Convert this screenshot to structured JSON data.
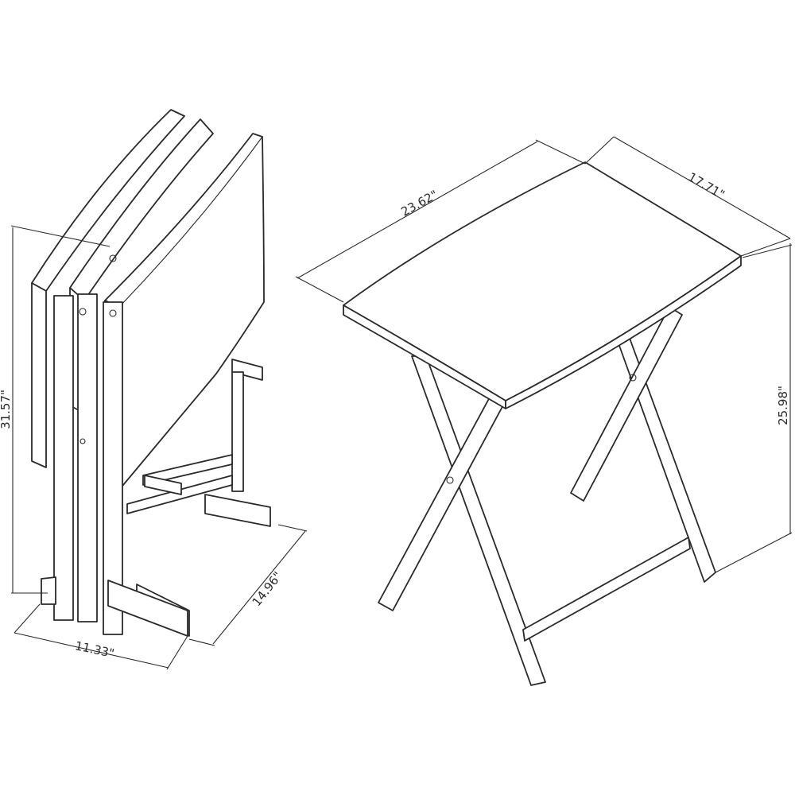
{
  "folded_set": {
    "height_label": "31.57\"",
    "depth_label": "14.96\"",
    "width_label": "11.33\""
  },
  "open_table": {
    "top_length_label": "23.62\"",
    "top_width_label": "17.71\"",
    "height_label": "25.98\""
  }
}
